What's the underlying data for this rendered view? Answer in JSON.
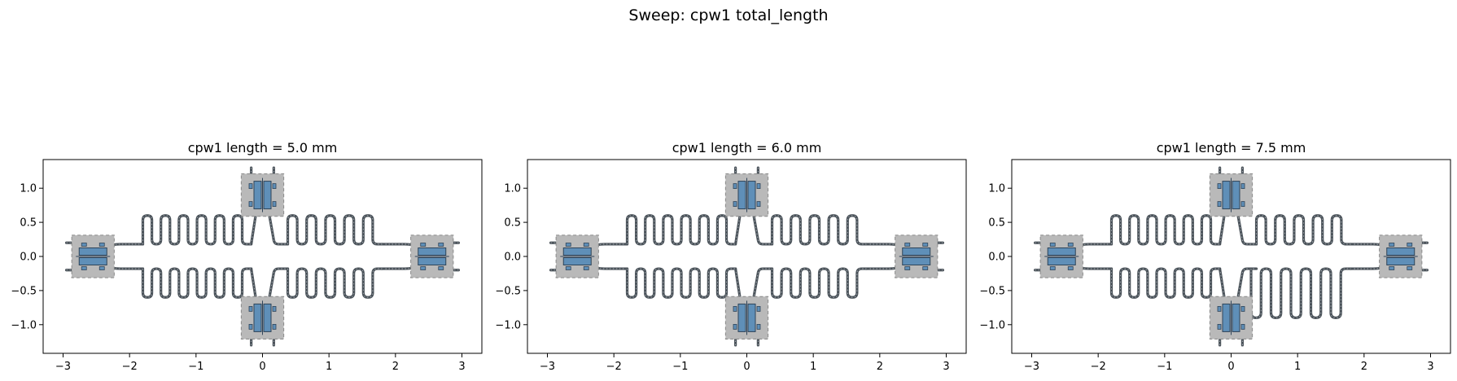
{
  "figure": {
    "suptitle": "Sweep: cpw1 total_length"
  },
  "colors": {
    "trace": "#4a5259",
    "trace_highlight": "#cfd6dc",
    "qubit_fill": "#5f8fb8",
    "qubit_edge": "#2f4459",
    "pocket_fill": "#b9b9b9",
    "pocket_edge": "#8a8a8a"
  },
  "chart_data": [
    {
      "type": "diagram",
      "title": "cpw1 length = 5.0 mm",
      "xlim": [
        -3.3,
        3.3
      ],
      "ylim": [
        -1.42,
        1.42
      ],
      "xticks": [
        -3,
        -2,
        -1,
        0,
        1,
        2,
        3
      ],
      "yticks": [
        1.0,
        0.5,
        0.0,
        -0.5,
        -1.0
      ],
      "yticklabels": [
        "1.0",
        "0.5",
        "0.0",
        "−0.5",
        "−1.0"
      ],
      "xticklabels": [
        "−3",
        "−2",
        "−1",
        "0",
        "1",
        "2",
        "3"
      ],
      "qubits": [
        {
          "x": -2.55,
          "y": 0.0,
          "orientation": "horizontal"
        },
        {
          "x": 2.55,
          "y": 0.0,
          "orientation": "horizontal"
        },
        {
          "x": 0.0,
          "y": 0.9,
          "orientation": "vertical"
        },
        {
          "x": 0.0,
          "y": -0.9,
          "orientation": "vertical"
        }
      ],
      "cpw": [
        {
          "name": "upper-left",
          "start": -1.8,
          "end": -0.17,
          "base": 0.18,
          "amp": 0.42,
          "meanders": 6
        },
        {
          "name": "upper-right",
          "start": 0.38,
          "end": 1.8,
          "base": 0.18,
          "amp": 0.42,
          "meanders": 5
        },
        {
          "name": "lower-left",
          "start": -1.8,
          "end": -0.17,
          "base": -0.18,
          "amp": -0.42,
          "meanders": 6
        },
        {
          "name": "lower-right",
          "start": 0.38,
          "end": 1.8,
          "base": -0.18,
          "amp": -0.42,
          "meanders": 5
        }
      ]
    },
    {
      "type": "diagram",
      "title": "cpw1 length = 6.0 mm",
      "xlim": [
        -3.3,
        3.3
      ],
      "ylim": [
        -1.42,
        1.42
      ],
      "xticks": [
        -3,
        -2,
        -1,
        0,
        1,
        2,
        3
      ],
      "yticks": [
        1.0,
        0.5,
        0.0,
        -0.5,
        -1.0
      ],
      "yticklabels": [
        "1.0",
        "0.5",
        "0.0",
        "−0.5",
        "−1.0"
      ],
      "xticklabels": [
        "−3",
        "−2",
        "−1",
        "0",
        "1",
        "2",
        "3"
      ],
      "qubits": [
        {
          "x": -2.55,
          "y": 0.0,
          "orientation": "horizontal"
        },
        {
          "x": 2.55,
          "y": 0.0,
          "orientation": "horizontal"
        },
        {
          "x": 0.0,
          "y": 0.9,
          "orientation": "vertical"
        },
        {
          "x": 0.0,
          "y": -0.9,
          "orientation": "vertical"
        }
      ],
      "cpw": [
        {
          "name": "upper-left",
          "start": -1.8,
          "end": -0.17,
          "base": 0.18,
          "amp": 0.42,
          "meanders": 6
        },
        {
          "name": "upper-right",
          "start": 0.38,
          "end": 1.8,
          "base": 0.18,
          "amp": 0.42,
          "meanders": 5
        },
        {
          "name": "lower-left",
          "start": -1.8,
          "end": -0.17,
          "base": -0.18,
          "amp": -0.42,
          "meanders": 6
        },
        {
          "name": "lower-right",
          "start": 0.38,
          "end": 1.8,
          "base": -0.18,
          "amp": -0.42,
          "meanders": 5
        }
      ]
    },
    {
      "type": "diagram",
      "title": "cpw1 length = 7.5 mm",
      "xlim": [
        -3.3,
        3.3
      ],
      "ylim": [
        -1.42,
        1.42
      ],
      "xticks": [
        -3,
        -2,
        -1,
        0,
        1,
        2,
        3
      ],
      "yticks": [
        1.0,
        0.5,
        0.0,
        -0.5,
        -1.0
      ],
      "yticklabels": [
        "1.0",
        "0.5",
        "0.0",
        "−0.5",
        "−1.0"
      ],
      "xticklabels": [
        "−3",
        "−2",
        "−1",
        "0",
        "1",
        "2",
        "3"
      ],
      "qubits": [
        {
          "x": -2.55,
          "y": 0.0,
          "orientation": "horizontal"
        },
        {
          "x": 2.55,
          "y": 0.0,
          "orientation": "horizontal"
        },
        {
          "x": 0.0,
          "y": 0.9,
          "orientation": "vertical"
        },
        {
          "x": 0.0,
          "y": -0.9,
          "orientation": "vertical"
        }
      ],
      "cpw": [
        {
          "name": "upper-left",
          "start": -1.8,
          "end": -0.17,
          "base": 0.18,
          "amp": 0.42,
          "meanders": 6
        },
        {
          "name": "upper-right",
          "start": 0.38,
          "end": 1.8,
          "base": 0.18,
          "amp": 0.42,
          "meanders": 5
        },
        {
          "name": "lower-left",
          "start": -1.8,
          "end": -0.17,
          "base": -0.18,
          "amp": -0.42,
          "meanders": 6
        },
        {
          "name": "lower-right",
          "start": 0.3,
          "end": 1.8,
          "base": -0.18,
          "amp": -0.72,
          "meanders": 5
        }
      ]
    }
  ]
}
